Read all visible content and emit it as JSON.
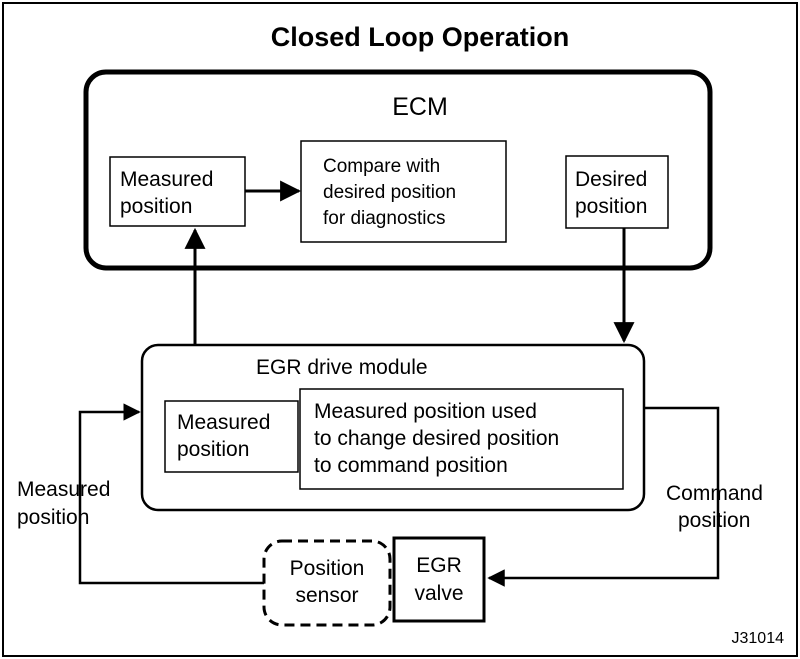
{
  "title": "Closed Loop Operation",
  "ecm": {
    "label": "ECM",
    "measured_position": [
      "Measured",
      "position"
    ],
    "compare": [
      "Compare with",
      "desired position",
      "for diagnostics"
    ],
    "desired_position": [
      "Desired",
      "position"
    ]
  },
  "egr_drive_module": {
    "label": "EGR drive module",
    "measured_position": [
      "Measured",
      "position"
    ],
    "logic": [
      "Measured position used",
      "to change desired position",
      "to command position"
    ]
  },
  "feedback_label": [
    "Measured",
    "position"
  ],
  "command_label": [
    "Command",
    "position"
  ],
  "position_sensor": [
    "Position",
    "sensor"
  ],
  "egr_valve": [
    "EGR",
    "valve"
  ],
  "figure_id": "J31014"
}
